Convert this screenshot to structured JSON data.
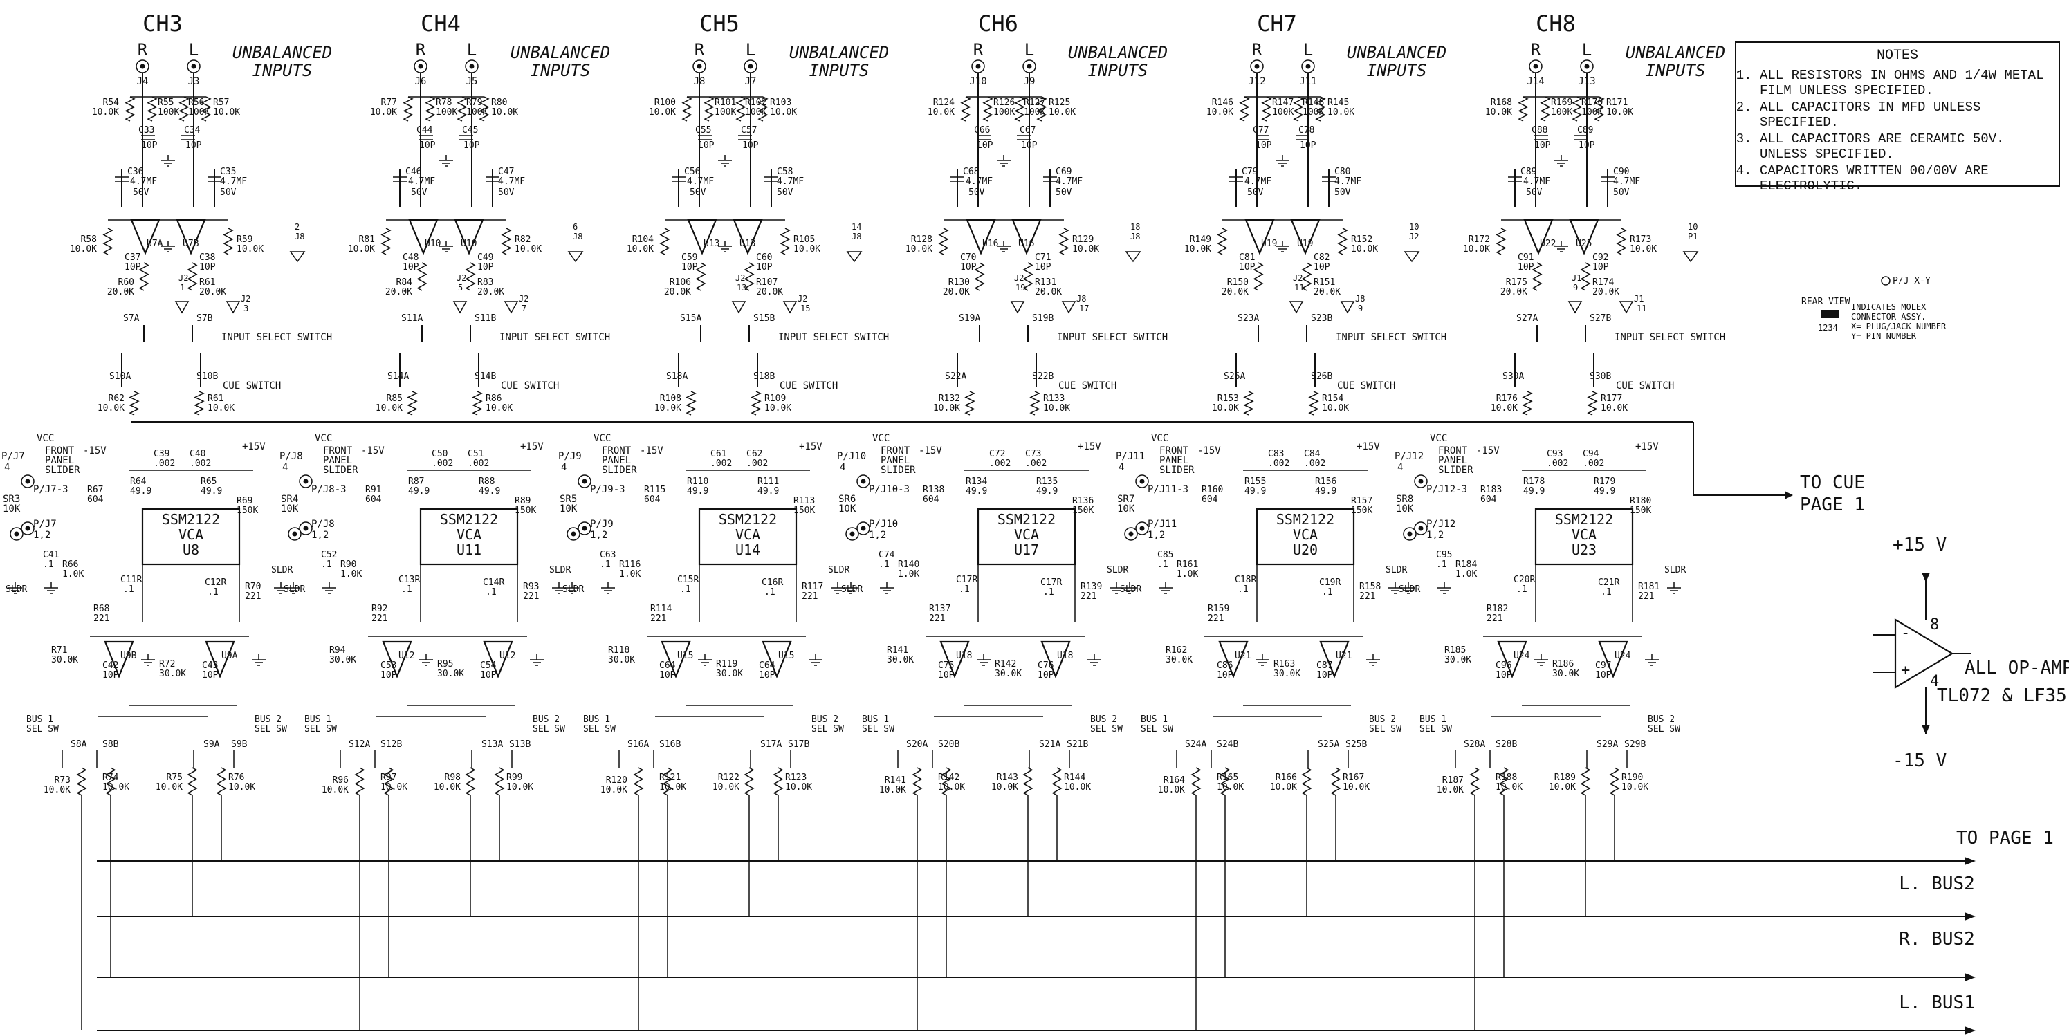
{
  "channels": [
    {
      "name": "CH3",
      "jR": "J4",
      "jL": "J3",
      "rR": "R54",
      "rRv": "10.0K",
      "r1": "R55",
      "r1v": "100K",
      "r2": "R56",
      "r2v": "100K",
      "r3": "R57",
      "r3v": "10.0K",
      "cA": "C33",
      "cAv": "10P",
      "cB": "C34",
      "cBv": "10P",
      "cC": "C36",
      "cD": "C35",
      "cCv": "4.7MF",
      "cDv": "4.7MF",
      "volt": "50V",
      "ua": "U7A",
      "ub": "U7B",
      "rL1": "R58",
      "rL2": "R59",
      "c1": "C37",
      "c2": "C38",
      "r60": "R60",
      "r61": "R61",
      "jx": "J2",
      "jxv": "1",
      "jy": "J2",
      "jyv": "3",
      "s1": "S7A",
      "s2": "S7B",
      "j3": "J8",
      "j3v": "2",
      "sc1": "S10A",
      "sc2": "S10B",
      "rc1": "R62",
      "rc2": "R61",
      "pj": "P/J7",
      "sr": "SR3",
      "pjs": "P/J7-3",
      "vca": "U8",
      "c39": "C39",
      "c40": "C40",
      "r64": "R64",
      "r65": "R65",
      "r67": "R67",
      "r69": "R69",
      "r67v": "604",
      "r69v": "150K",
      "c41": "C41",
      "r66": "R66",
      "c11": "C11R",
      "c12": "C12R",
      "r70": "R70",
      "r68": "R68",
      "r71": "R71",
      "r72": "R72",
      "uo1": "U9B",
      "uo2": "U9A",
      "c42": "C42",
      "c43": "C43",
      "sa": "S8A",
      "sb": "S8B",
      "sc": "S9A",
      "sd": "S9B",
      "ra": "R73",
      "rb": "R74",
      "rc": "R75",
      "rd": "R76"
    },
    {
      "name": "CH4",
      "jR": "J6",
      "jL": "J5",
      "rR": "R77",
      "rRv": "10.0K",
      "r1": "R78",
      "r1v": "100K",
      "r2": "R79",
      "r2v": "100K",
      "r3": "R80",
      "r3v": "10.0K",
      "cA": "C44",
      "cAv": "10P",
      "cB": "C45",
      "cBv": "10P",
      "cC": "C46",
      "cD": "C47",
      "cCv": "4.7MF",
      "cDv": "4.7MF",
      "volt": "50V",
      "ua": "U10",
      "ub": "U10",
      "rL1": "R81",
      "rL2": "R82",
      "c1": "C48",
      "c2": "C49",
      "r60": "R84",
      "r61": "R83",
      "jx": "J2",
      "jxv": "5",
      "jy": "J2",
      "jyv": "7",
      "s1": "S11A",
      "s2": "S11B",
      "j3": "J8",
      "j3v": "6",
      "sc1": "S14A",
      "sc2": "S14B",
      "rc1": "R85",
      "rc2": "R86",
      "pj": "P/J8",
      "sr": "SR4",
      "pjs": "P/J8-3",
      "vca": "U11",
      "c39": "C50",
      "c40": "C51",
      "r64": "R87",
      "r65": "R88",
      "r67": "R91",
      "r69": "R89",
      "r67v": "604",
      "r69v": "150K",
      "c41": "C52",
      "r66": "R90",
      "c11": "C13R",
      "c12": "C14R",
      "r70": "R93",
      "r68": "R92",
      "r71": "R94",
      "r72": "R95",
      "uo1": "U12",
      "uo2": "U12",
      "c42": "C53",
      "c43": "C54",
      "sa": "S12A",
      "sb": "S12B",
      "sc": "S13A",
      "sd": "S13B",
      "ra": "R96",
      "rb": "R97",
      "rc": "R98",
      "rd": "R99"
    },
    {
      "name": "CH5",
      "jR": "J8",
      "jL": "J7",
      "rR": "R100",
      "rRv": "10.0K",
      "r1": "R101",
      "r1v": "100K",
      "r2": "R102",
      "r2v": "100K",
      "r3": "R103",
      "r3v": "10.0K",
      "cA": "C55",
      "cAv": "10P",
      "cB": "C57",
      "cBv": "10P",
      "cC": "C56",
      "cD": "C58",
      "cCv": "4.7MF",
      "cDv": "4.7MF",
      "volt": "50V",
      "ua": "U13",
      "ub": "U13",
      "rL1": "R104",
      "rL2": "R105",
      "c1": "C59",
      "c2": "C60",
      "r60": "R106",
      "r61": "R107",
      "jx": "J2",
      "jxv": "13",
      "jy": "J2",
      "jyv": "15",
      "s1": "S15A",
      "s2": "S15B",
      "j3": "J8",
      "j3v": "14",
      "sc1": "S18A",
      "sc2": "S18B",
      "rc1": "R108",
      "rc2": "R109",
      "pj": "P/J9",
      "sr": "SR5",
      "pjs": "P/J9-3",
      "vca": "U14",
      "c39": "C61",
      "c40": "C62",
      "r64": "R110",
      "r65": "R111",
      "r67": "R115",
      "r69": "R113",
      "r67v": "604",
      "r69v": "150K",
      "c41": "C63",
      "r66": "R116",
      "c11": "C15R",
      "c12": "C16R",
      "r70": "R117",
      "r68": "R114",
      "r71": "R118",
      "r72": "R119",
      "uo1": "U15",
      "uo2": "U15",
      "c42": "C64",
      "c43": "C64",
      "sa": "S16A",
      "sb": "S16B",
      "sc": "S17A",
      "sd": "S17B",
      "ra": "R120",
      "rb": "R121",
      "rc": "R122",
      "rd": "R123"
    },
    {
      "name": "CH6",
      "jR": "J10",
      "jL": "J9",
      "rR": "R124",
      "rRv": "10.0K",
      "r1": "R126",
      "r1v": "100K",
      "r2": "R127",
      "r2v": "100K",
      "r3": "R125",
      "r3v": "10.0K",
      "cA": "C66",
      "cAv": "10P",
      "cB": "C67",
      "cBv": "10P",
      "cC": "C68",
      "cD": "C69",
      "cCv": "4.7MF",
      "cDv": "4.7MF",
      "volt": "50V",
      "ua": "U16",
      "ub": "U16",
      "rL1": "R128",
      "rL2": "R129",
      "c1": "C70",
      "c2": "C71",
      "r60": "R130",
      "r61": "R131",
      "jx": "J2",
      "jxv": "19",
      "jy": "J8",
      "jyv": "17",
      "s1": "S19A",
      "s2": "S19B",
      "j3": "J8",
      "j3v": "18",
      "sc1": "S22A",
      "sc2": "S22B",
      "rc1": "R132",
      "rc2": "R133",
      "pj": "P/J10",
      "sr": "SR6",
      "pjs": "P/J10-3",
      "vca": "U17",
      "c39": "C72",
      "c40": "C73",
      "r64": "R134",
      "r65": "R135",
      "r67": "R138",
      "r69": "R136",
      "r67v": "604",
      "r69v": "150K",
      "c41": "C74",
      "r66": "R140",
      "c11": "C17R",
      "c12": "C17R",
      "r70": "R139",
      "r68": "R137",
      "r71": "R141",
      "r72": "R142",
      "uo1": "U18",
      "uo2": "U18",
      "c42": "C75",
      "c43": "C76",
      "sa": "S20A",
      "sb": "S20B",
      "sc": "S21A",
      "sd": "S21B",
      "ra": "R141",
      "rb": "R142",
      "rc": "R143",
      "rd": "R144"
    },
    {
      "name": "CH7",
      "jR": "J12",
      "jL": "J11",
      "rR": "R146",
      "rRv": "10.0K",
      "r1": "R147",
      "r1v": "100K",
      "r2": "R148",
      "r2v": "100K",
      "r3": "R145",
      "r3v": "10.0K",
      "cA": "C77",
      "cAv": "10P",
      "cB": "C78",
      "cBv": "10P",
      "cC": "C79",
      "cD": "C80",
      "cCv": "4.7MF",
      "cDv": "4.7MF",
      "volt": "50V",
      "ua": "U19",
      "ub": "U19",
      "rL1": "R149",
      "rL2": "R152",
      "c1": "C81",
      "c2": "C82",
      "r60": "R150",
      "r61": "R151",
      "jx": "J2",
      "jxv": "11",
      "jy": "J8",
      "jyv": "9",
      "s1": "S23A",
      "s2": "S23B",
      "j3": "J2",
      "j3v": "10",
      "sc1": "S26A",
      "sc2": "S26B",
      "rc1": "R153",
      "rc2": "R154",
      "pj": "P/J11",
      "sr": "SR7",
      "pjs": "P/J11-3",
      "vca": "U20",
      "c39": "C83",
      "c40": "C84",
      "r64": "R155",
      "r65": "R156",
      "r67": "R160",
      "r69": "R157",
      "r67v": "604",
      "r69v": "150K",
      "c41": "C85",
      "r66": "R161",
      "c11": "C18R",
      "c12": "C19R",
      "r70": "R158",
      "r68": "R159",
      "r71": "R162",
      "r72": "R163",
      "uo1": "U21",
      "uo2": "U21",
      "c42": "C86",
      "c43": "C87",
      "sa": "S24A",
      "sb": "S24B",
      "sc": "S25A",
      "sd": "S25B",
      "ra": "R164",
      "rb": "R165",
      "rc": "R166",
      "rd": "R167"
    },
    {
      "name": "CH8",
      "jR": "J14",
      "jL": "J13",
      "rR": "R168",
      "rRv": "10.0K",
      "r1": "R169",
      "r1v": "100K",
      "r2": "R170",
      "r2v": "100K",
      "r3": "R171",
      "r3v": "10.0K",
      "cA": "C88",
      "cAv": "10P",
      "cB": "C89",
      "cBv": "10P",
      "cC": "C89",
      "cD": "C90",
      "cCv": "4.7MF",
      "cDv": "4.7MF",
      "volt": "50V",
      "ua": "U22",
      "ub": "U25",
      "rL1": "R172",
      "rL2": "R173",
      "c1": "C91",
      "c2": "C92",
      "r60": "R175",
      "r61": "R174",
      "jx": "J1",
      "jxv": "9",
      "jy": "J1",
      "jyv": "11",
      "s1": "S27A",
      "s2": "S27B",
      "j3": "P1",
      "j3v": "10",
      "sc1": "S30A",
      "sc2": "S30B",
      "rc1": "R176",
      "rc2": "R177",
      "pj": "P/J12",
      "sr": "SR8",
      "pjs": "P/J12-3",
      "vca": "U23",
      "c39": "C93",
      "c40": "C94",
      "r64": "R178",
      "r65": "R179",
      "r67": "R183",
      "r69": "R180",
      "r67v": "604",
      "r69v": "150K",
      "c41": "C95",
      "r66": "R184",
      "c11": "C20R",
      "c12": "C21R",
      "r70": "R181",
      "r68": "R182",
      "r71": "R185",
      "r72": "R186",
      "uo1": "U24",
      "uo2": "U24",
      "c42": "C96",
      "c43": "C97",
      "sa": "S28A",
      "sb": "S28B",
      "sc": "S29A",
      "sd": "S29B",
      "ra": "R187",
      "rb": "R188",
      "rc": "R189",
      "rd": "R190"
    }
  ],
  "labels": {
    "r": "R",
    "l": "L",
    "unbalanced": "UNBALANCED",
    "inputs": "INPUTS",
    "input_select": "INPUT SELECT SWITCH",
    "switch": "SWITCH",
    "cue_switch": "CUE SWITCH",
    "vcc": "VCC",
    "minus15": "-15V",
    "plus15": "+15V",
    "front": "FRONT",
    "panel": "PANEL",
    "slider": "SLIDER",
    "k10": "10K",
    "pin12": "1,2",
    "pin4": "4",
    "ssm": "SSM2122",
    "vca": "VCA",
    "sldr": "SLDR",
    "c002": ".002",
    "r49": "49.9",
    "r221": "221",
    "c1": ".1",
    "r1k": "1.0K",
    "r30k": "30.0K",
    "c10p": "10P",
    "bus1": "BUS 1",
    "bus2": "BUS 2",
    "selsw": "SEL SW",
    "r10k": "10.0K",
    "r20k": "20.0K"
  },
  "notes": {
    "title": "NOTES",
    "items": [
      "ALL RESISTORS IN OHMS AND 1/4W METAL FILM UNLESS SPECIFIED.",
      "ALL CAPACITORS IN MFD UNLESS SPECIFIED.",
      "ALL CAPACITORS ARE CERAMIC 50V. UNLESS SPECIFIED.",
      "CAPACITORS WRITTEN 00/00V ARE ELECTROLYTIC."
    ]
  },
  "legend": {
    "pj": "P/J X-Y",
    "rear_view": "REAR VIEW",
    "pins": "1234",
    "line1": "INDICATES MOLEX",
    "line2": "CONNECTOR ASSY.",
    "line3": "X= PLUG/JACK NUMBER",
    "line4": "Y= PIN NUMBER"
  },
  "right": {
    "to_cue": "TO CUE",
    "page1": "PAGE 1",
    "plus15": "+15 V",
    "minus15": "-15 V",
    "pin8": "8",
    "pin4": "4",
    "opamp1": "ALL OP-AMP",
    "opamp2": "TL072 & LF35",
    "to_page1": "TO PAGE 1",
    "buses": [
      "L. BUS2",
      "R. BUS2",
      "L. BUS1"
    ]
  }
}
